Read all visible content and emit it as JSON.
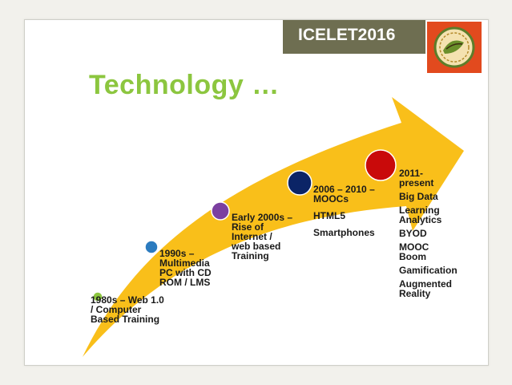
{
  "header": {
    "tab_label": "ICELET2016",
    "accent_color": "#6e6e51",
    "logo_icon": "conference-seal-icon"
  },
  "title": "Technology …",
  "title_color": "#8cc63f",
  "arrow_color": "#f9bf1a",
  "stages": [
    {
      "period": "1980s – Web 1.0\n/ Computer\nBased Training",
      "marker_color": "#8cc63f"
    },
    {
      "period": "1990s –\nMultimedia\nPC with CD\nROM / LMS",
      "marker_color": "#2b7bbf"
    },
    {
      "period": "Early 2000s –\nRise of\nInternet /\nweb based\nTraining",
      "marker_color": "#7b3fa0"
    },
    {
      "period": "2006 – 2010 –\nMOOCs",
      "items": [
        "HTML5",
        "Smartphones"
      ],
      "marker_color": "#0b2466"
    },
    {
      "period": "2011-\npresent",
      "items": [
        "Big Data",
        "Learning\nAnalytics",
        "BYOD",
        "MOOC\nBoom",
        "Gamification",
        "Augmented\nReality"
      ],
      "marker_color": "#c90a0a"
    }
  ]
}
